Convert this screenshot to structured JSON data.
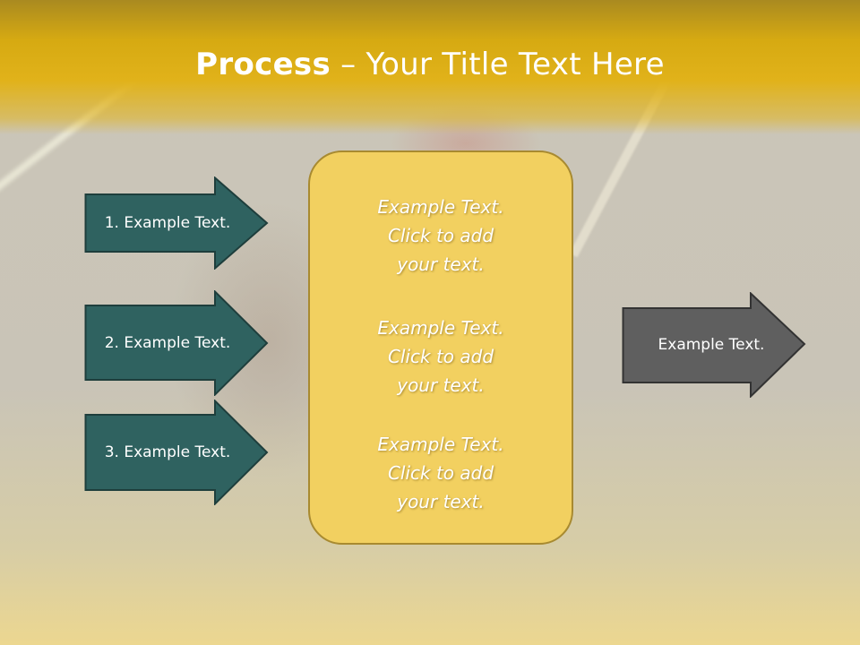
{
  "slide": {
    "title_bold": "Process",
    "title_rest": " – Your Title Text Here",
    "steps": [
      {
        "label": "1. Example Text."
      },
      {
        "label": "2. Example Text."
      },
      {
        "label": "3. Example Text."
      }
    ],
    "panel_blocks": [
      {
        "line1": "Example Text.",
        "line2": "Click  to add",
        "line3": "your text."
      },
      {
        "line1": "Example Text.",
        "line2": "Click  to add",
        "line3": "your text."
      },
      {
        "line1": "Example Text.",
        "line2": "Click  to add",
        "line3": "your text."
      }
    ],
    "output": {
      "label": "Example Text."
    }
  },
  "colors": {
    "header": "#e1b21a",
    "step_arrow": "#2f6260",
    "output_arrow": "#5f5f5f",
    "panel": "#f2d060"
  }
}
